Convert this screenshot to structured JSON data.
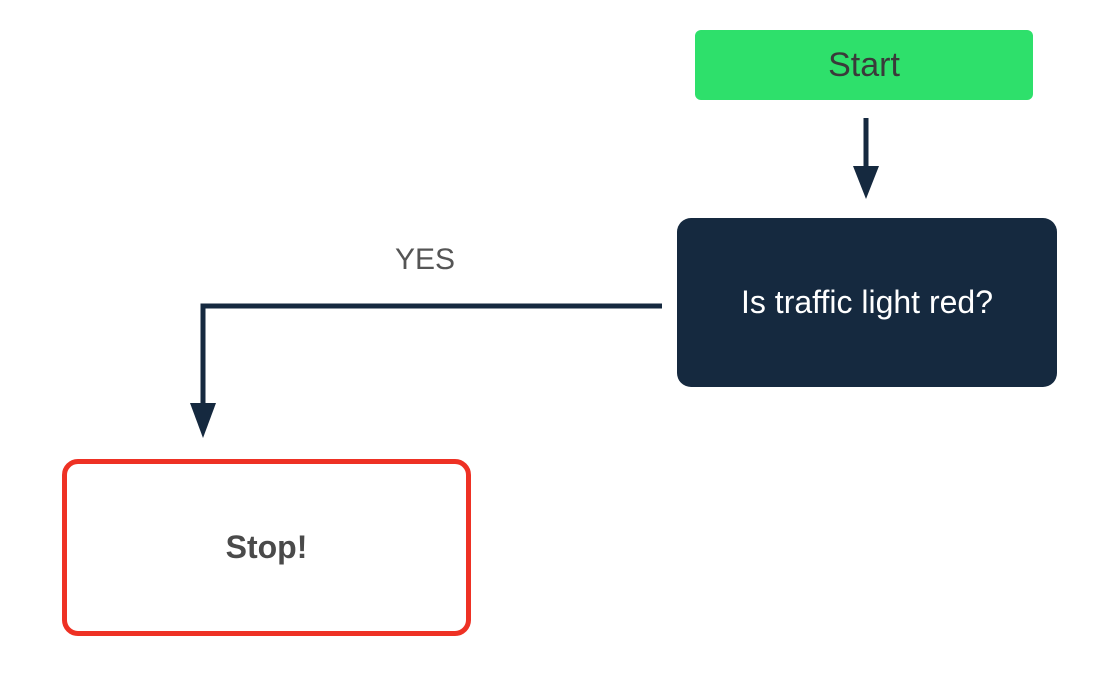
{
  "nodes": {
    "start": {
      "label": "Start"
    },
    "decision": {
      "label": "Is traffic light red?"
    },
    "stop": {
      "label": "Stop!"
    }
  },
  "edges": {
    "decision_to_stop": {
      "label": "YES"
    }
  },
  "colors": {
    "start_fill": "#2ee06b",
    "decision_fill": "#15293f",
    "stop_border": "#ee3124",
    "connector": "#15293f"
  }
}
